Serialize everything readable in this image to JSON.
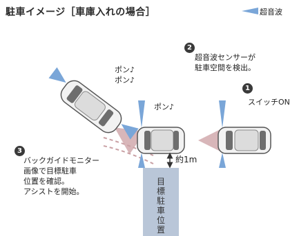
{
  "title": "駐車イメージ［車庫入れの場合］",
  "legend": {
    "label": "超音波",
    "color": "#7aa6d8"
  },
  "steps": [
    {
      "number": "1",
      "text": "スイッチON"
    },
    {
      "number": "2",
      "text": "超音波センサーが\n駐車空間を検出。"
    },
    {
      "number": "3",
      "text": "バックガイドモニター\n画像で目標駐車\n位置を確認。\nアシストを開始。"
    }
  ],
  "sounds": {
    "pon_double": "ポン♪\nポン♪",
    "pon_single": "ポン♪"
  },
  "distance_label": "約1m",
  "target_zone_label": "目標駐車位置",
  "colors": {
    "wave": "#7aa6d8",
    "zone": "#b9c6d8",
    "path_arrow": "#c9a0a4",
    "car_body": "#f2f2f2",
    "car_outline": "#555555"
  }
}
